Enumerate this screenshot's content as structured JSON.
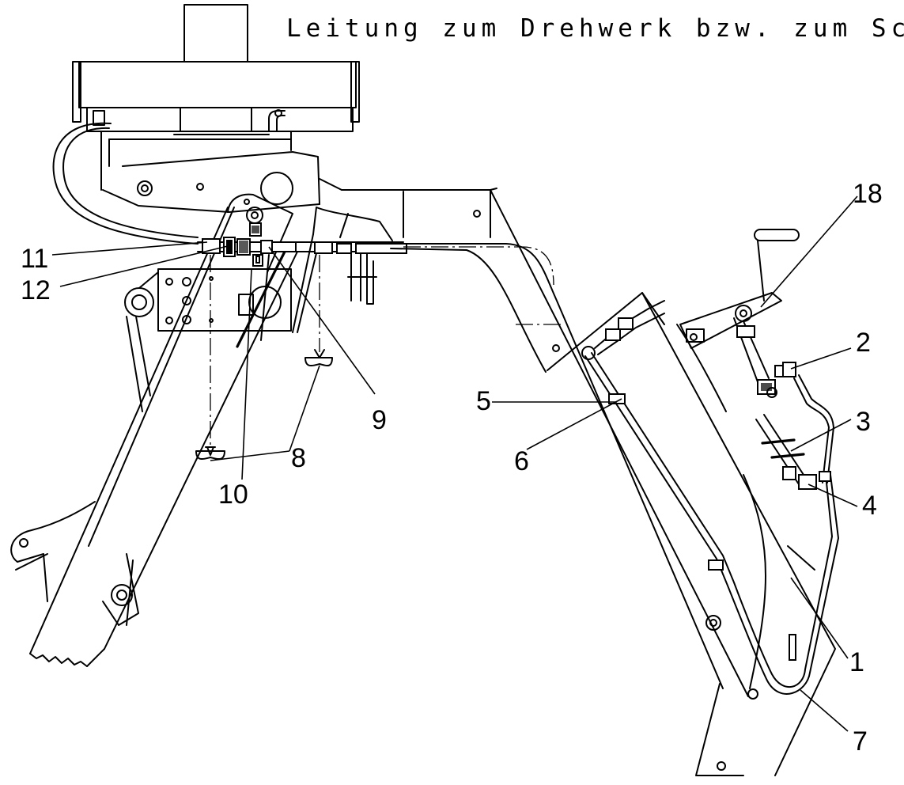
{
  "caption": "Leitung zum Drehwerk bzw. zum Schlepp",
  "callouts": [
    {
      "id": "11",
      "label": "11"
    },
    {
      "id": "12",
      "label": "12"
    },
    {
      "id": "10",
      "label": "10"
    },
    {
      "id": "8",
      "label": "8"
    },
    {
      "id": "9",
      "label": "9"
    },
    {
      "id": "5",
      "label": "5"
    },
    {
      "id": "6",
      "label": "6"
    },
    {
      "id": "18",
      "label": "18"
    },
    {
      "id": "2",
      "label": "2"
    },
    {
      "id": "3",
      "label": "3"
    },
    {
      "id": "4",
      "label": "4"
    },
    {
      "id": "1",
      "label": "1"
    },
    {
      "id": "7",
      "label": "7"
    }
  ]
}
